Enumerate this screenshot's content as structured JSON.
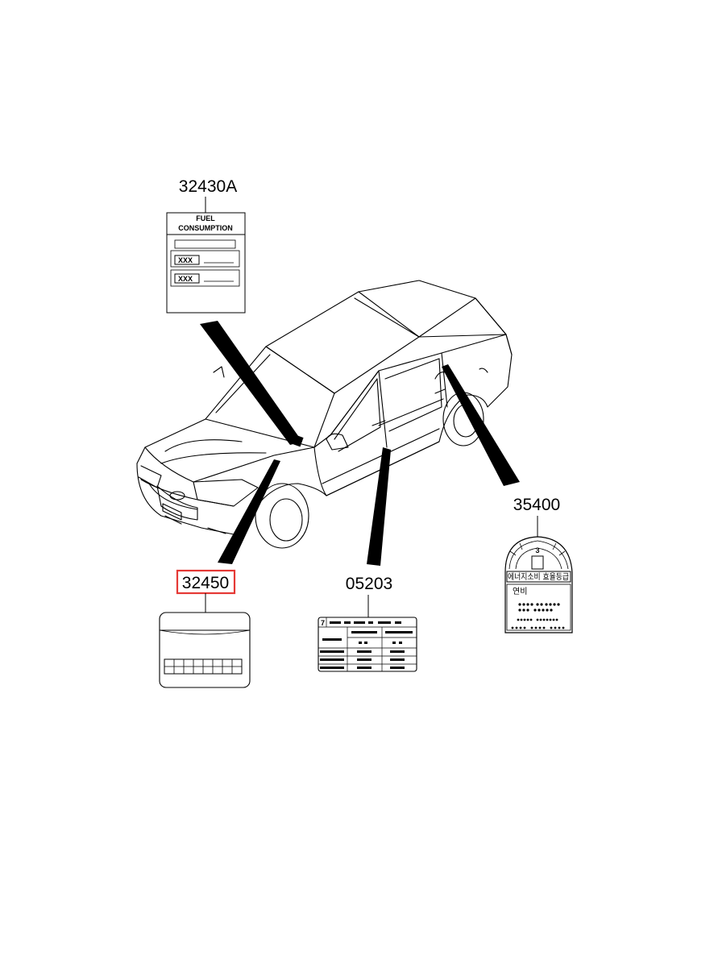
{
  "parts": {
    "fuel_label": {
      "number": "32430A",
      "title_line1": "FUEL",
      "title_line2": "CONSUMPTION",
      "row1": "XXX",
      "row2": "XXX"
    },
    "emission_label": {
      "number": "32450",
      "highlighted": true,
      "highlight_color": "#e53935"
    },
    "tire_label": {
      "number": "05203",
      "digit": "7"
    },
    "energy_label": {
      "number": "35400",
      "grade": "3",
      "title": "에너지소비 효율등급",
      "subtitle": "연비"
    }
  },
  "colors": {
    "line": "#000000",
    "background": "#ffffff"
  }
}
